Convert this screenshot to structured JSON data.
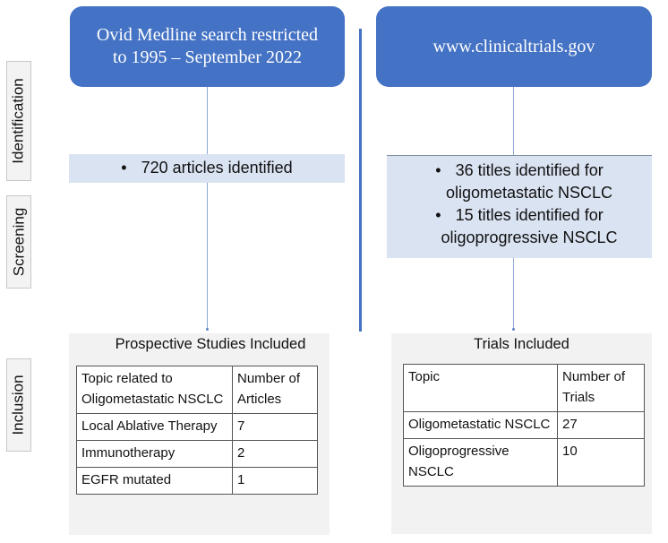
{
  "phases": [
    {
      "id": "identification",
      "label": "Identification"
    },
    {
      "id": "screening",
      "label": "Screening"
    },
    {
      "id": "inclusion",
      "label": "Inclusion"
    }
  ],
  "sources": {
    "left": {
      "line1": "Ovid Medline search restricted",
      "line2": "to 1995 – September  2022"
    },
    "right": {
      "label": "www.clinicaltrials.gov"
    }
  },
  "screening": {
    "left": {
      "bullet": "•",
      "items": [
        "720 articles identified"
      ]
    },
    "right": {
      "bullet": "•",
      "items": [
        {
          "line1": "36 titles identified for",
          "line2": "oligometastatic NSCLC"
        },
        {
          "line1": "15 titles identified for",
          "line2": "oligoprogressive NSCLC"
        }
      ]
    }
  },
  "inclusion": {
    "left": {
      "title": "Prospective Studies Included",
      "headers": [
        "Topic related to Oligometastatic NSCLC",
        "Number of Articles"
      ],
      "rows": [
        [
          "Local Ablative Therapy",
          "7"
        ],
        [
          "Immunotherapy",
          "2"
        ],
        [
          "EGFR mutated",
          "1"
        ]
      ]
    },
    "right": {
      "title": "Trials Included",
      "headers": [
        "Topic",
        "Number of Trials"
      ],
      "rows": [
        [
          "Oligometastatic NSCLC",
          "27"
        ],
        [
          "Oligoprogressive NSCLC",
          "10"
        ]
      ]
    }
  },
  "colors": {
    "source_box": "#4472c4",
    "screening_box": "#dae3f2",
    "panel_bg": "#f2f2f2",
    "divider": "#4472c4"
  }
}
